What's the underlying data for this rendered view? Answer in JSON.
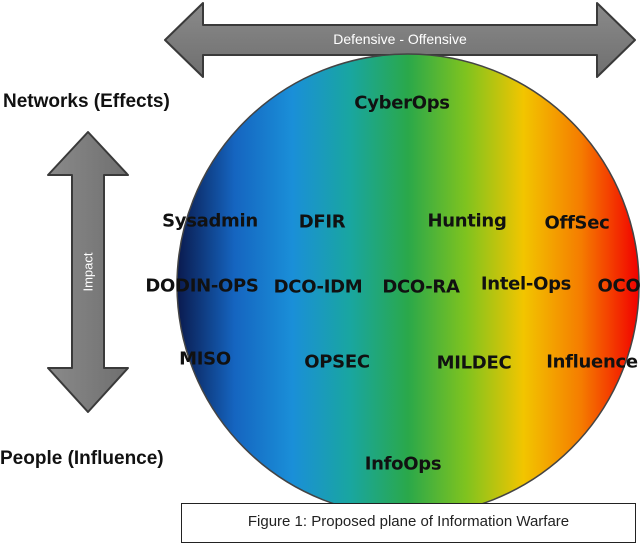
{
  "top_arrow": {
    "label": "Defensive - Offensive"
  },
  "side_arrow": {
    "label": "Impact"
  },
  "axis": {
    "top_label": "Networks (Effects)",
    "bottom_label": "People (Influence)"
  },
  "circle": {
    "gradient_colors": [
      "#0a1a4e",
      "#1565c0",
      "#1a8fd8",
      "#19a6a0",
      "#2aa84a",
      "#7fc31f",
      "#f2c500",
      "#f57c00",
      "#f20000"
    ],
    "terms": {
      "cyberops": "CyberOps",
      "sysadmin": "Sysadmin",
      "dfir": "DFIR",
      "hunting": "Hunting",
      "offsec": "OffSec",
      "dodin_ops": "DODIN-OPS",
      "dco_idm": "DCO-IDM",
      "dco_ra": "DCO-RA",
      "intel_ops": "Intel-Ops",
      "oco": "OCO",
      "miso": "MISO",
      "opsec": "OPSEC",
      "mildec": "MILDEC",
      "influence": "Influence",
      "infoops": "InfoOps"
    }
  },
  "caption": "Figure 1: Proposed plane of Information Warfare"
}
